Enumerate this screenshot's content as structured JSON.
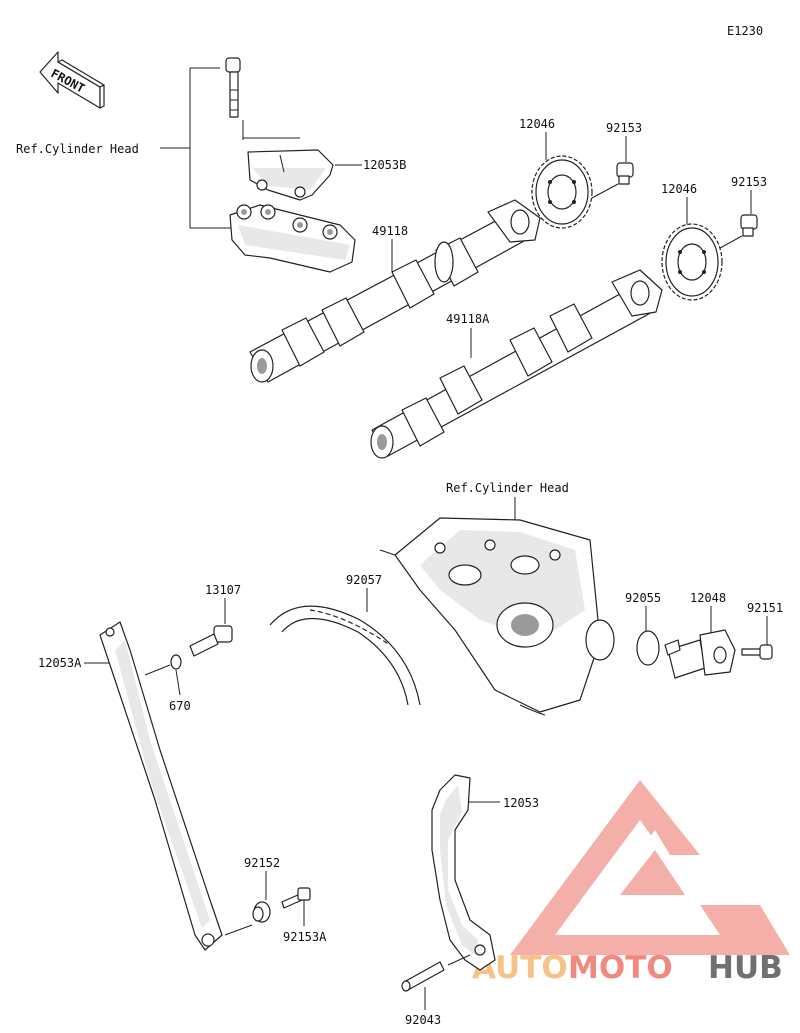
{
  "diagram_code": "E1230",
  "front_label": "FRONT",
  "ref_labels": {
    "top": "Ref.Cylinder Head",
    "middle": "Ref.Cylinder Head"
  },
  "parts": {
    "p_12053B": "12053B",
    "p_12046_a": "12046",
    "p_92153_a": "92153",
    "p_12046_b": "12046",
    "p_92153_b": "92153",
    "p_49118": "49118",
    "p_49118A": "49118A",
    "p_13107": "13107",
    "p_92057": "92057",
    "p_12053A": "12053A",
    "p_670": "670",
    "p_92055": "92055",
    "p_12048": "12048",
    "p_92151": "92151",
    "p_12053": "12053",
    "p_92152": "92152",
    "p_92153A": "92153A",
    "p_92043": "92043"
  },
  "watermark": {
    "part1": "AUTO",
    "part2": "MOTO",
    "part3": "HUB",
    "color_light": "#f5c28a",
    "color_red": "#f08a80",
    "color_dark": "#707070"
  }
}
